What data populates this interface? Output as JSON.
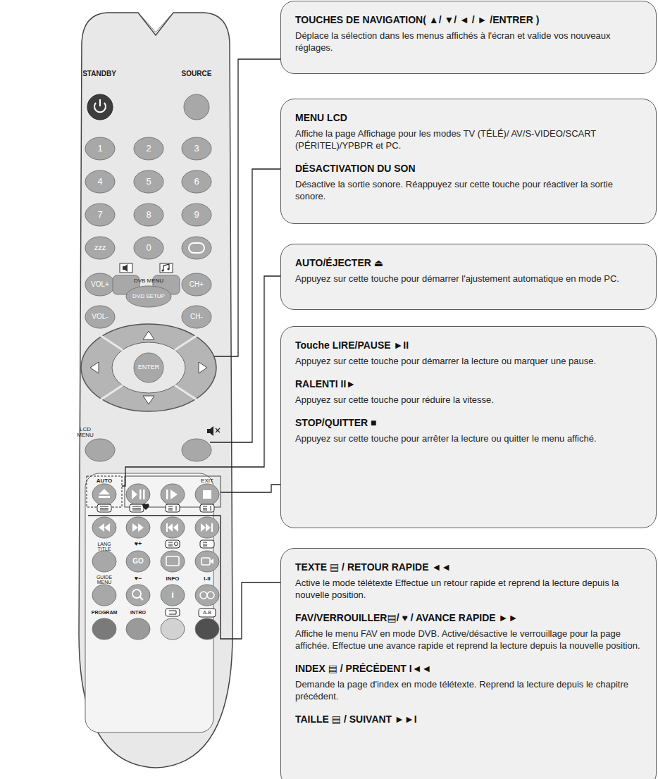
{
  "diagram": {
    "nodes": [
      {
        "text": [
          "TOUCHES DE NAVIGATION( ▲/ ▼/ ◄ / ► /ENTRER )",
          "Déplace la sélection dans les menus affichés à l'écran et valide vos nouveaux réglages."
        ]
      },
      {
        "text": [
          "MENU LCD",
          "Affiche la page Affichage pour les modes TV (TÉLÉ)/ AV/S-VIDEO/SCART (PÉRITEL)/YPBPR et PC.",
          "DÉSACTIVATION DU SON",
          "Désactive la sortie sonore. Réappuyez sur cette touche pour réactiver la sortie sonore."
        ]
      },
      {
        "text": [
          "AUTO/ÉJECTER ⏏",
          "Appuyez sur cette touche pour démarrer l'ajustement automatique en mode PC."
        ]
      },
      {
        "text": [
          "Touche LIRE/PAUSE ►II",
          "Appuyez sur cette touche pour démarrer la lecture ou marquer une pause.",
          "RALENTI II►",
          "Appuyez sur cette touche pour réduire la vitesse.",
          "STOP/QUITTER ■",
          "Appuyez sur cette touche pour arrêter la lecture ou quitter le menu affiché."
        ]
      },
      {
        "text": [
          "TEXTE ▤ / RETOUR RAPIDE ◄◄",
          "Active le mode télétexte Effectue un retour rapide et reprend la lecture depuis la nouvelle position.",
          "FAV/VERROUILLER▤/ ♥ / AVANCE RAPIDE ►►",
          "Affiche le menu FAV en mode DVB. Active/désactive le verrouillage pour la page affichée. Effectue une avance rapide et reprend la lecture depuis la nouvelle position.",
          "INDEX ▤ / PRÉCÉDENT I◄◄",
          "Demande la page d'index en mode télétexte. Reprend la lecture depuis le chapitre précédent.",
          "TAILLE ▤ / SUIVANT ►►I"
        ]
      }
    ],
    "labels": [
      "STANDBY",
      "SOURCE",
      "1",
      "2",
      "3",
      "4",
      "5",
      "6",
      "7",
      "8",
      "9",
      "zzz",
      "0",
      "VOL+",
      "DVB MENU",
      "CH+",
      "DVD SETUP",
      "VOL-",
      "CH-",
      "ENTER",
      "LCD MENU",
      "AUTO",
      "EXIT",
      "LANG TITLE",
      "♥+",
      "GO",
      "GUIDE MENU",
      "♥−",
      "INFO",
      "i",
      "I-II",
      "PROGRAM",
      "INTRO",
      "A-B"
    ]
  }
}
